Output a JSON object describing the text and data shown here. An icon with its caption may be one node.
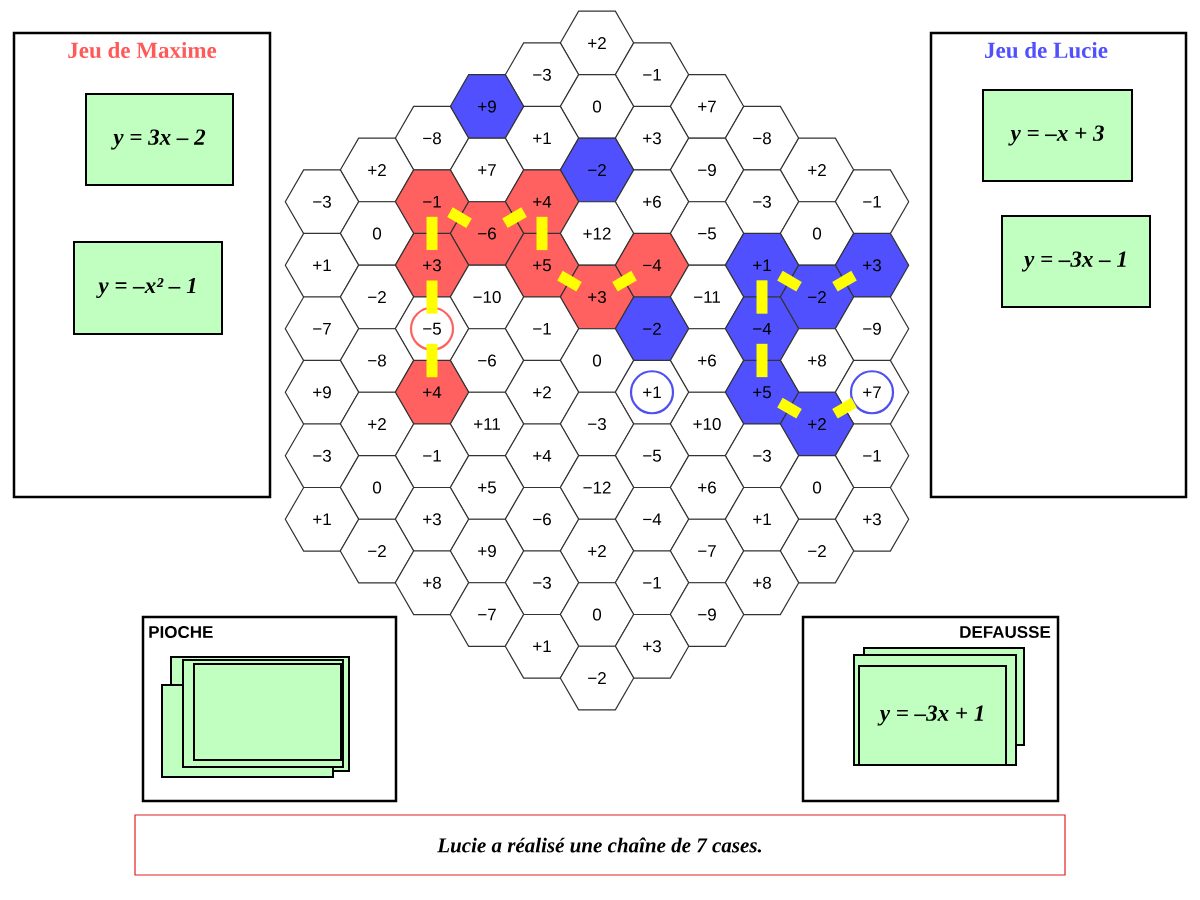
{
  "diagram": {
    "nodes": [
      {
        "text": [
          "+2"
        ]
      },
      {
        "text": [
          "−3"
        ]
      },
      {
        "text": [
          "−1"
        ]
      },
      {
        "text": [
          "+9"
        ]
      },
      {
        "text": [
          "0"
        ]
      },
      {
        "text": [
          "+7"
        ]
      },
      {
        "text": [
          "−8"
        ]
      },
      {
        "text": [
          "+1"
        ]
      },
      {
        "text": [
          "+3"
        ]
      },
      {
        "text": [
          "−8"
        ]
      },
      {
        "text": [
          "+2"
        ]
      },
      {
        "text": [
          "+7"
        ]
      },
      {
        "text": [
          "−2"
        ]
      },
      {
        "text": [
          "−9"
        ]
      },
      {
        "text": [
          "+2"
        ]
      },
      {
        "text": [
          "−3"
        ]
      },
      {
        "text": [
          "−1"
        ]
      },
      {
        "text": [
          "+4"
        ]
      },
      {
        "text": [
          "+6"
        ]
      },
      {
        "text": [
          "−3"
        ]
      },
      {
        "text": [
          "−1"
        ]
      },
      {
        "text": [
          "0"
        ]
      },
      {
        "text": [
          "−6"
        ]
      },
      {
        "text": [
          "+12"
        ]
      },
      {
        "text": [
          "−5"
        ]
      },
      {
        "text": [
          "0"
        ]
      },
      {
        "text": [
          "+1"
        ]
      },
      {
        "text": [
          "+3"
        ]
      },
      {
        "text": [
          "+5"
        ]
      },
      {
        "text": [
          "−4"
        ]
      },
      {
        "text": [
          "+1"
        ]
      },
      {
        "text": [
          "+3"
        ]
      },
      {
        "text": [
          "−2"
        ]
      },
      {
        "text": [
          "−10"
        ]
      },
      {
        "text": [
          "+3"
        ]
      },
      {
        "text": [
          "−11"
        ]
      },
      {
        "text": [
          "−2"
        ]
      },
      {
        "text": [
          "−7"
        ]
      },
      {
        "text": [
          "−5"
        ]
      },
      {
        "text": [
          "−1"
        ]
      },
      {
        "text": [
          "−2"
        ]
      },
      {
        "text": [
          "−4"
        ]
      },
      {
        "text": [
          "−9"
        ]
      },
      {
        "text": [
          "−8"
        ]
      },
      {
        "text": [
          "−6"
        ]
      },
      {
        "text": [
          "0"
        ]
      },
      {
        "text": [
          "+6"
        ]
      },
      {
        "text": [
          "+8"
        ]
      },
      {
        "text": [
          "+9"
        ]
      },
      {
        "text": [
          "+4"
        ]
      },
      {
        "text": [
          "+2"
        ]
      },
      {
        "text": [
          "+1"
        ]
      },
      {
        "text": [
          "+5"
        ]
      },
      {
        "text": [
          "+7"
        ]
      },
      {
        "text": [
          "+2"
        ]
      },
      {
        "text": [
          "+11"
        ]
      },
      {
        "text": [
          "−3"
        ]
      },
      {
        "text": [
          "+10"
        ]
      },
      {
        "text": [
          "+2"
        ]
      },
      {
        "text": [
          "−3"
        ]
      },
      {
        "text": [
          "−1"
        ]
      },
      {
        "text": [
          "+4"
        ]
      },
      {
        "text": [
          "−5"
        ]
      },
      {
        "text": [
          "−3"
        ]
      },
      {
        "text": [
          "−1"
        ]
      },
      {
        "text": [
          "0"
        ]
      },
      {
        "text": [
          "+5"
        ]
      },
      {
        "text": [
          "−12"
        ]
      },
      {
        "text": [
          "+6"
        ]
      },
      {
        "text": [
          "0"
        ]
      },
      {
        "text": [
          "+1"
        ]
      },
      {
        "text": [
          "+3"
        ]
      },
      {
        "text": [
          "−6"
        ]
      },
      {
        "text": [
          "−4"
        ]
      },
      {
        "text": [
          "+1"
        ]
      },
      {
        "text": [
          "+3"
        ]
      },
      {
        "text": [
          "−2"
        ]
      },
      {
        "text": [
          "+9"
        ]
      },
      {
        "text": [
          "+2"
        ]
      },
      {
        "text": [
          "−7"
        ]
      },
      {
        "text": [
          "−2"
        ]
      },
      {
        "text": [
          "+8"
        ]
      },
      {
        "text": [
          "−3"
        ]
      },
      {
        "text": [
          "−1"
        ]
      },
      {
        "text": [
          "+8"
        ]
      },
      {
        "text": [
          "−7"
        ]
      },
      {
        "text": [
          "0"
        ]
      },
      {
        "text": [
          "−9"
        ]
      },
      {
        "text": [
          "+1"
        ]
      },
      {
        "text": [
          "+3"
        ]
      },
      {
        "text": [
          "−2"
        ]
      },
      {
        "text": [
          "Jeu de Maxime"
        ]
      },
      {
        "text": [
          "y = 3x – 2"
        ],
        "in": 91
      },
      {
        "text": [
          "y = –x² – 1"
        ],
        "in": 91
      },
      {
        "text": [
          "Jeu de Lucie"
        ]
      },
      {
        "text": [
          "y = –x + 3"
        ],
        "in": 94
      },
      {
        "text": [
          "y = –3x – 1"
        ],
        "in": 94
      },
      {
        "text": [
          "PIOCHE"
        ]
      },
      {
        "text": [
          "DEFAUSSE"
        ]
      },
      {
        "text": [
          "y = –3x + 1"
        ],
        "in": 98
      },
      {
        "text": [
          "Lucie a réalisé une chaîne de 7 cases."
        ]
      }
    ],
    "edges": [
      {
        "from": 49,
        "to": 38,
        "arrow": "none"
      },
      {
        "from": 38,
        "to": 27,
        "arrow": "none"
      },
      {
        "from": 27,
        "to": 16,
        "arrow": "none"
      },
      {
        "from": 16,
        "to": 22,
        "arrow": "none"
      },
      {
        "from": 22,
        "to": 17,
        "arrow": "none"
      },
      {
        "from": 17,
        "to": 28,
        "arrow": "none"
      },
      {
        "from": 28,
        "to": 34,
        "arrow": "none"
      },
      {
        "from": 34,
        "to": 29,
        "arrow": "none"
      },
      {
        "from": 31,
        "to": 36,
        "arrow": "none"
      },
      {
        "from": 36,
        "to": 30,
        "arrow": "none"
      },
      {
        "from": 30,
        "to": 41,
        "arrow": "none"
      },
      {
        "from": 41,
        "to": 52,
        "arrow": "none"
      },
      {
        "from": 52,
        "to": 58,
        "arrow": "none"
      },
      {
        "from": 58,
        "to": 53,
        "arrow": "none"
      }
    ]
  }
}
